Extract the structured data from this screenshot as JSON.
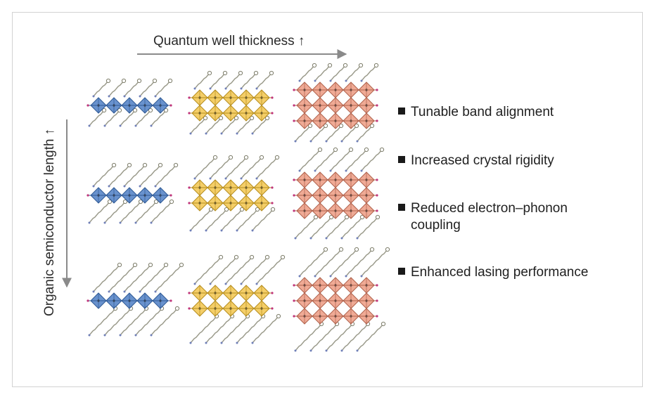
{
  "axes": {
    "horizontal_label": "Quantum well thickness ↑",
    "vertical_label": "Organic semiconductor length ↑"
  },
  "bullets": [
    {
      "lines": [
        "Tunable band alignment"
      ]
    },
    {
      "lines": [
        "Increased crystal rigidity"
      ]
    },
    {
      "lines": [
        "Reduced electron–phonon",
        "coupling"
      ]
    },
    {
      "lines": [
        "Enhanced lasing performance"
      ]
    }
  ],
  "grid": {
    "rows": [
      {
        "organic_length": 1
      },
      {
        "organic_length": 2
      },
      {
        "organic_length": 3
      }
    ],
    "columns": [
      {
        "layers": 1,
        "color": "#4f7fc4",
        "edge": "#2f5a96"
      },
      {
        "layers": 2,
        "color": "#f2c64e",
        "edge": "#b58d1e"
      },
      {
        "layers": 3,
        "color": "#ec9b82",
        "edge": "#b0624c"
      }
    ]
  },
  "colors": {
    "arrow": "#8a8a8a",
    "ligand": "#9a9a8a",
    "frame": "#d2d2d2"
  }
}
